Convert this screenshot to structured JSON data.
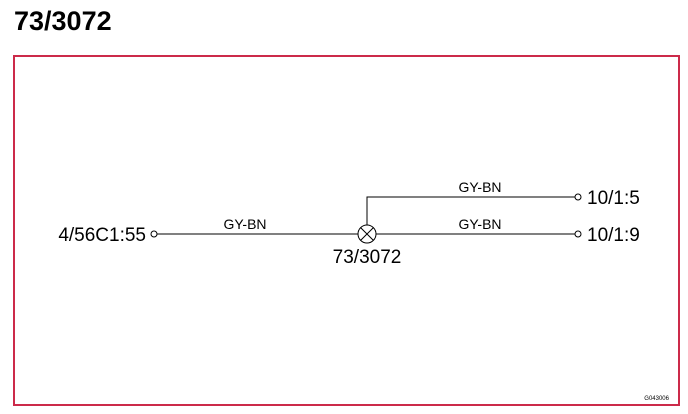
{
  "title": "73/3072",
  "frame_color": "#cc2a4a",
  "splice": {
    "label": "73/3072",
    "icon": "splice-junction-icon"
  },
  "connectors": {
    "left": "4/56C1:55",
    "right_upper": "10/1:5",
    "right_lower": "10/1:9"
  },
  "wires": {
    "left_to_splice": "GY-BN",
    "splice_to_upper": "GY-BN",
    "splice_to_lower": "GY-BN"
  },
  "figure_ref": "G043006"
}
